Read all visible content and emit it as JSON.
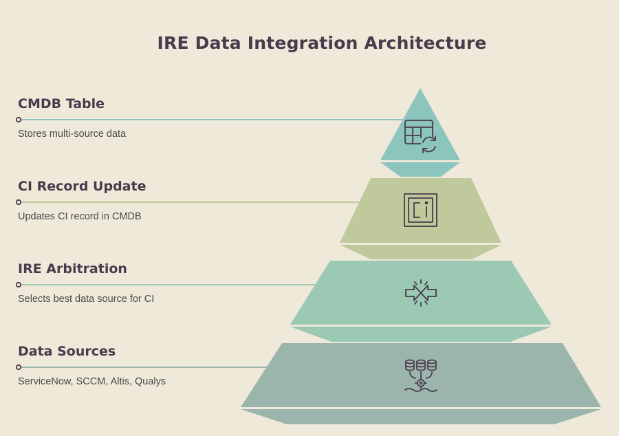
{
  "title": "IRE Data Integration Architecture",
  "colors": {
    "background": "#efe9da",
    "text_dark": "#4a3a4c",
    "tier1": "#8cc5be",
    "tier2": "#bfc99c",
    "tier3": "#9bc9b4",
    "tier4": "#9bb5ac"
  },
  "levels": [
    {
      "title": "CMDB Table",
      "description": "Stores multi-source data",
      "icon": "table-refresh-icon"
    },
    {
      "title": "CI Record Update",
      "description": "Updates CI record in CMDB",
      "icon": "ci-chip-icon"
    },
    {
      "title": "IRE Arbitration",
      "description": "Selects best data source for CI",
      "icon": "arbitration-arrows-icon"
    },
    {
      "title": "Data Sources",
      "description": "ServiceNow, SCCM, Altis, Qualys",
      "icon": "databases-merge-icon"
    }
  ]
}
